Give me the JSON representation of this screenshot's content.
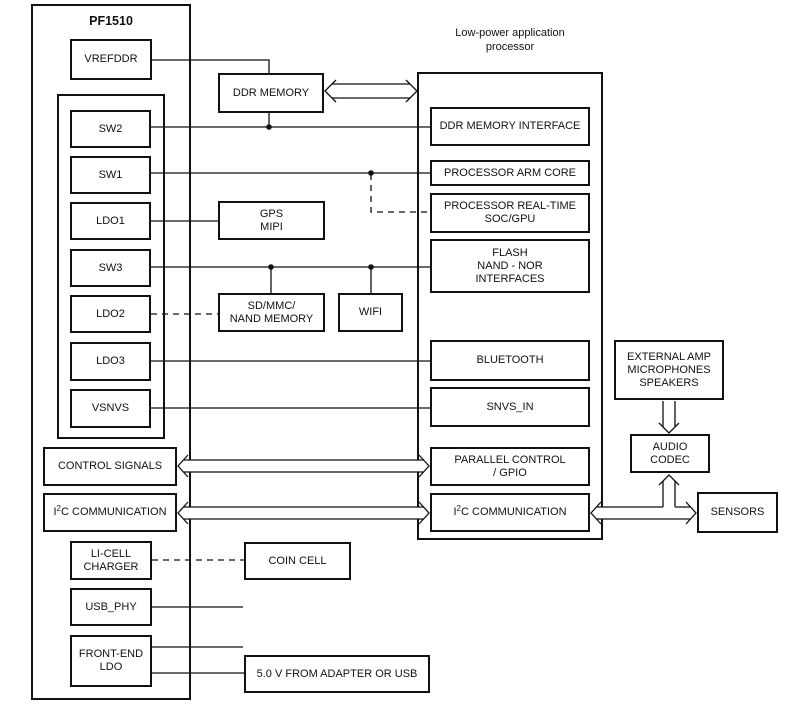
{
  "pmic": {
    "title": "PF1510",
    "vrefddr": "VREFDDR",
    "regulators": [
      "SW2",
      "SW1",
      "LDO1",
      "SW3",
      "LDO2",
      "LDO3",
      "VSNVS"
    ],
    "control_signals": "CONTROL SIGNALS",
    "i2c": {
      "pre": "I",
      "sup": "2",
      "rest": "C COMMUNICATION"
    },
    "li_cell_charger": "LI-CELL\nCHARGER",
    "usb_phy": "USB_PHY",
    "front_end_ldo": "FRONT-END\nLDO"
  },
  "peripherals": {
    "ddr_memory": "DDR MEMORY",
    "gps_mipi": "GPS\nMIPI",
    "sd_mmc_nand": "SD/MMC/\nNAND MEMORY",
    "wifi": "WIFI",
    "coin_cell": "COIN CELL",
    "supply_5v": "5.0 V FROM ADAPTER OR USB"
  },
  "processor": {
    "label": "Low-power application\nprocessor",
    "ddr_interface": "DDR MEMORY INTERFACE",
    "arm_core": "PROCESSOR ARM CORE",
    "realtime_soc": "PROCESSOR REAL-TIME\nSOC/GPU",
    "flash": "FLASH\nNAND - NOR\nINTERFACES",
    "bluetooth": "BLUETOOTH",
    "snvs_in": "SNVS_IN",
    "parallel_gpio": "PARALLEL CONTROL\n/ GPIO",
    "i2c": {
      "pre": "I",
      "sup": "2",
      "rest": "C COMMUNICATION"
    }
  },
  "audio": {
    "external_amp": "EXTERNAL AMP\nMICROPHONES\nSPEAKERS",
    "audio_codec": "AUDIO\nCODEC",
    "sensors": "SENSORS"
  },
  "colors": {
    "line": "#111111",
    "background": "#ffffff"
  }
}
